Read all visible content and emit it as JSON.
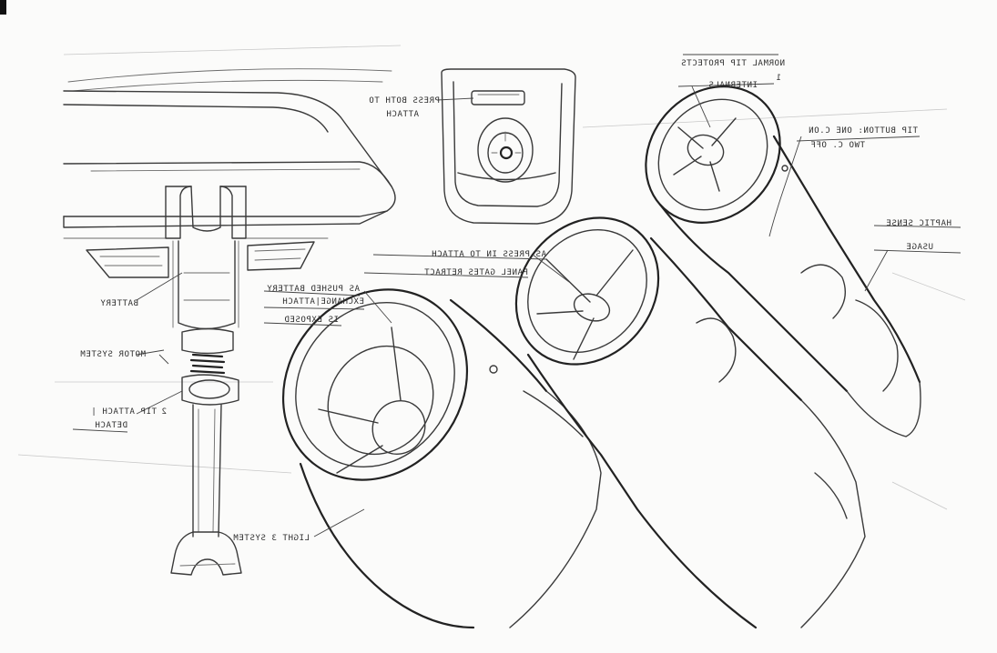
{
  "annotations": {
    "press_both": [
      "PRESS BOTH TO",
      "ATTACH"
    ],
    "normal_tip": [
      "NORMAL TIP PROTECTS",
      "INTERNALS"
    ],
    "tip_button": [
      "TIP BUTTON: ONE C.ON",
      "TWO C. OFF"
    ],
    "haptic": [
      "HAPTIC SENSE",
      "USAGE"
    ],
    "press_in": [
      "AS PRESS IN TO ATTACH",
      "PANEL GATES RETRACT"
    ],
    "as_pushed": [
      "AS PUSHED BATTERY",
      "EXCHANGE|ATTACH",
      "IS EXPOSED"
    ],
    "battery": [
      "BATTERY"
    ],
    "motor": [
      "MOTOR SYSTEM"
    ],
    "tip_attach": [
      "TIP ATTACH |",
      "DETACH"
    ],
    "light": [
      "LIGHT 3 SYSTEM"
    ]
  },
  "callout_numbers": {
    "one": "1",
    "two": "2"
  }
}
